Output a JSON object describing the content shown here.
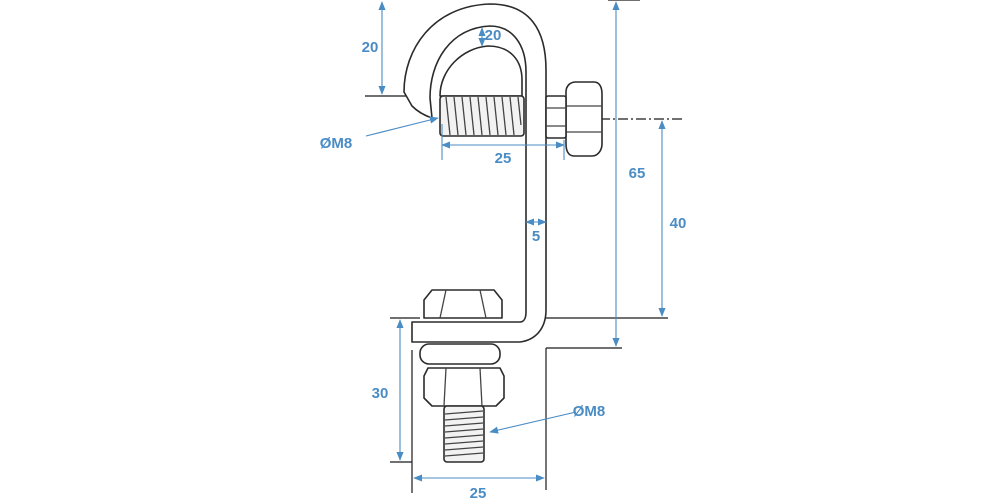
{
  "colors": {
    "dimension": "#4a8cc4",
    "outline": "#2b2b2b",
    "background": "#ffffff"
  },
  "dimensions": {
    "top_outer": "20",
    "top_inner": "20",
    "thread_top": "ØM8",
    "screw_length": "25",
    "wall_thickness": "5",
    "total_height": "65",
    "right_height": "40",
    "bottom_height": "30",
    "thread_bottom": "ØM8",
    "bottom_width": "25"
  }
}
